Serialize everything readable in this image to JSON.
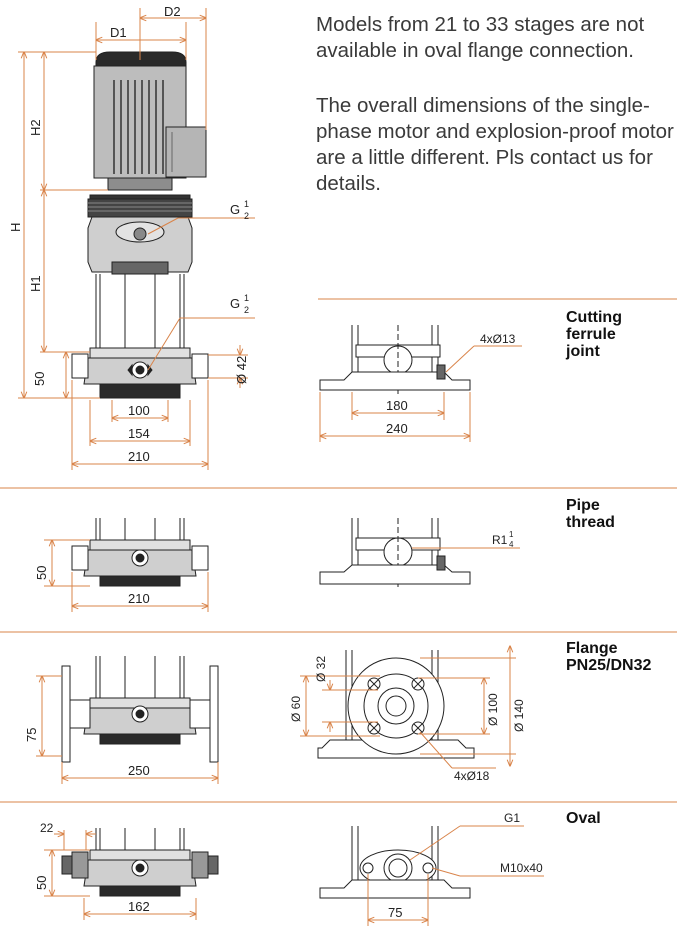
{
  "notes": {
    "paragraph1": "Models from 21 to 33 stages are not available in oval flange connection.",
    "paragraph2": "The overall dimensions of the single-phase motor and explosion-proof motor are a little different. Pls contact us for details."
  },
  "section_titles": {
    "cutting": "Cutting\nferrule\njoint",
    "pipe": "Pipe\nthread",
    "flange": "Flange\nPN25/DN32",
    "oval": "Oval"
  },
  "main_view": {
    "d1": "D1",
    "d2": "D2",
    "h": "H",
    "h1": "H1",
    "h2": "H2",
    "g_upper_base": "G",
    "g_upper_num": "1",
    "g_upper_den": "2",
    "g_lower_base": "G",
    "g_lower_num": "1",
    "g_lower_den": "2",
    "h50": "50",
    "dia42": "Ø 42",
    "w100": "100",
    "w154": "154",
    "w210": "210"
  },
  "cutting_side": {
    "hole": "4xØ13",
    "w180": "180",
    "w240": "240"
  },
  "pipe_front": {
    "h50": "50",
    "w210": "210"
  },
  "pipe_side": {
    "thread_base": "R1",
    "thread_num": "1",
    "thread_den": "4"
  },
  "flange_front": {
    "h75": "75",
    "w250": "250"
  },
  "flange_side": {
    "d32": "Ø 32",
    "d60": "Ø 60",
    "d100": "Ø 100",
    "d140": "Ø 140",
    "hole": "4xØ18"
  },
  "oval_front": {
    "w22": "22",
    "h50": "50",
    "w162": "162"
  },
  "oval_side": {
    "g1": "G1",
    "bolt": "M10x40",
    "w75": "75"
  },
  "colors": {
    "dimension": "#d9844a",
    "drawing": "#222222",
    "body_gray": "#9a9a9a",
    "dark": "#2a2a2a"
  }
}
